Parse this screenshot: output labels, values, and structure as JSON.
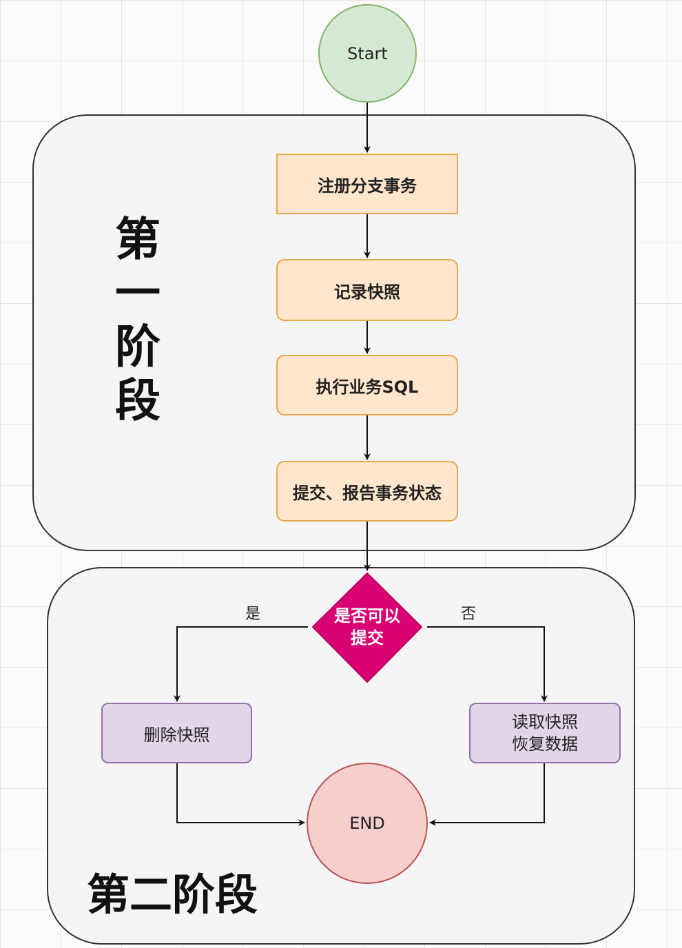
{
  "nodes": {
    "start": "Start",
    "register_branch": "注册分支事务",
    "record_snapshot": "记录快照",
    "execute_sql": "执行业务SQL",
    "commit_report": "提交、报告事务状态",
    "can_commit_line1": "是否可以",
    "can_commit_line2": "提交",
    "delete_snapshot": "删除快照",
    "restore_line1": "读取快照",
    "restore_line2": "恢复数据",
    "end": "END"
  },
  "branches": {
    "yes": "是",
    "no": "否"
  },
  "phase1": {
    "chars": [
      "第",
      "一",
      "阶",
      "段"
    ]
  },
  "phase2": {
    "label": "第二阶段"
  },
  "colors": {
    "start_fill": "#d5e8d4",
    "start_stroke": "#82b366",
    "step_fill": "#ffe6cc",
    "step_stroke": "#e7a84a",
    "decision_fill": "#d80073",
    "outcome_fill": "#e1d5e7",
    "outcome_stroke": "#9673a6",
    "end_fill": "#f8cecc",
    "end_stroke": "#b85450"
  }
}
